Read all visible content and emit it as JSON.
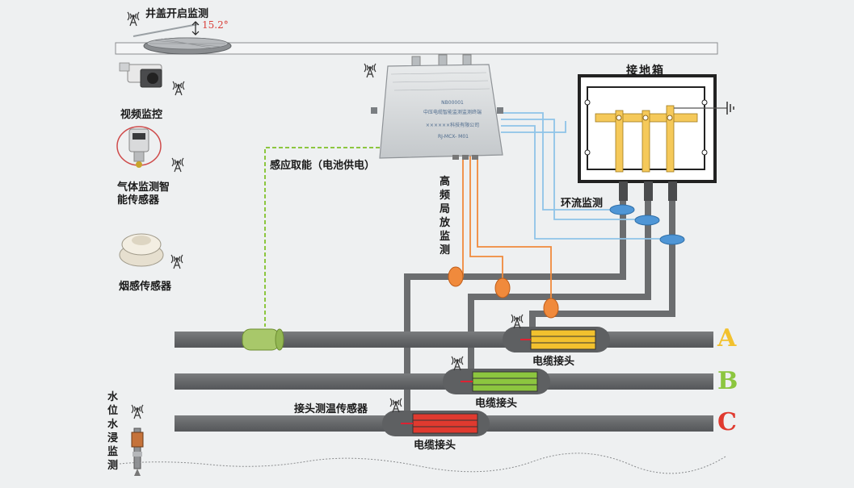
{
  "labels": {
    "manhole_monitor": "井盖开启监测",
    "tilt_angle": "15.2°",
    "video_monitor": "视频监控",
    "gas_sensor_line1": "气体监测智",
    "gas_sensor_line2": "能传感器",
    "smoke_sensor": "烟感传感器",
    "induction_power": "感应取能（电池供电）",
    "hf_partial_discharge": "高频局放监测",
    "grounding_box": "接地箱",
    "circulating_current": "环流监测",
    "joint_temp_sensor": "接头测温传感器",
    "cable_joint_a": "电缆接头",
    "cable_joint_b": "电缆接头",
    "cable_joint_c": "电缆接头",
    "water_level": "水位水浸监测"
  },
  "device": {
    "line1": "NB00001",
    "line2": "中压电缆智能监测监测终端",
    "line3": "××××××科技有限公司",
    "line4": "RJ-MCX-  M01"
  },
  "phases": {
    "a": "A",
    "b": "B",
    "c": "C"
  },
  "colors": {
    "phase_a": "#f2c12e",
    "phase_b": "#8cc63f",
    "phase_c": "#e03a2f",
    "cable": "#6b6d6f",
    "orange_line": "#f08a3c",
    "blue_line": "#8fc3e8",
    "green_dashed": "#8cc63f",
    "busbar": "#f5c95a"
  }
}
